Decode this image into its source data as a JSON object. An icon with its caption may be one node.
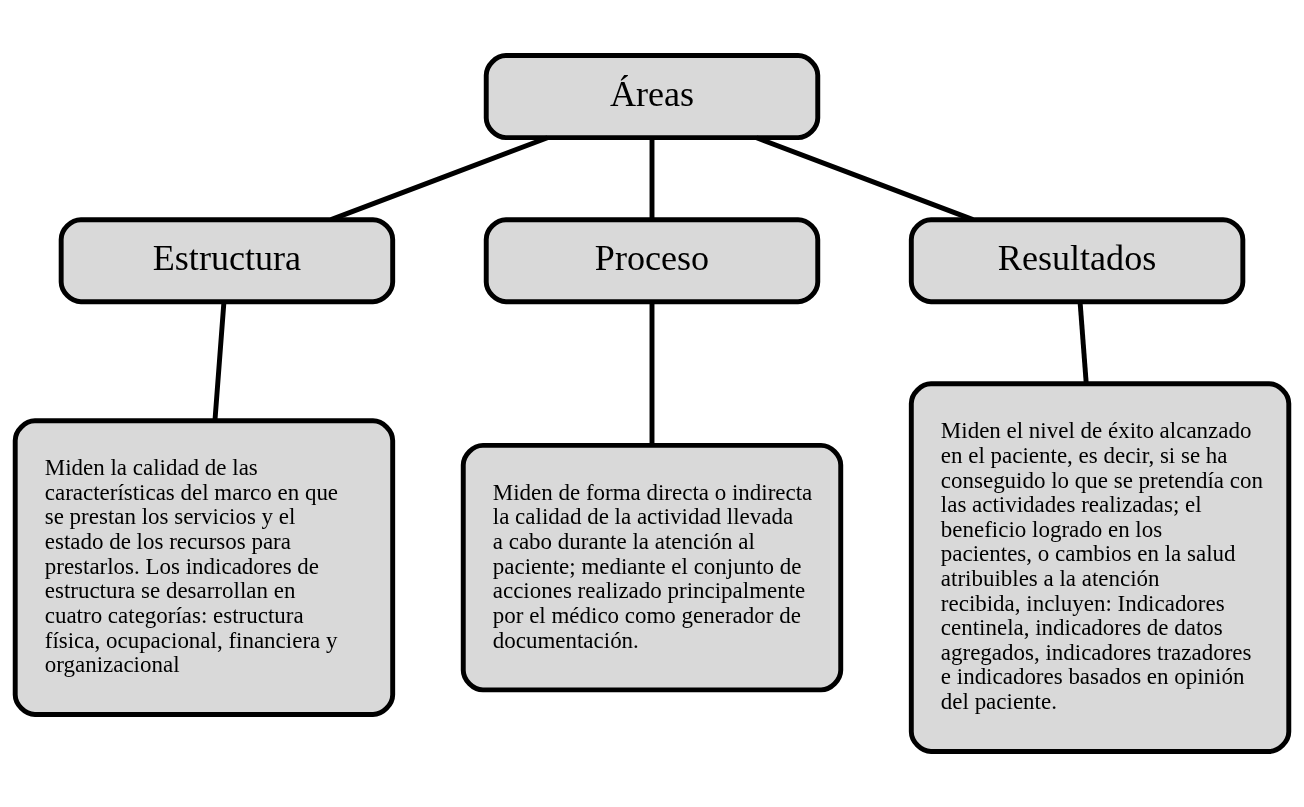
{
  "diagram": {
    "nodes": [
      {
        "text": [
          "Áreas"
        ]
      },
      {
        "text": [
          "Estructura"
        ]
      },
      {
        "text": [
          "Proceso"
        ]
      },
      {
        "text": [
          "Resultados"
        ]
      },
      {
        "text": [
          "Miden la calidad de las características del marco en que se prestan los servicios y el estado de los recursos para prestarlos. Los indicadores de estructura se desarrollan en cuatro categorías: estructura física, ocupacional, financiera y organizacional"
        ]
      },
      {
        "text": [
          "Miden de forma directa o indirecta la calidad de la actividad llevada a cabo durante la atención al paciente; mediante el conjunto de acciones realizado principalmente por el médico como generador de documentación."
        ]
      },
      {
        "text": [
          "Miden el nivel de éxito alcanzado en el paciente, es decir, si se ha conseguido lo que se pretendía con las actividades realizadas; el beneficio logrado en los pacientes, o cambios en la salud atribuibles a la atención recibida, incluyen: Indicadores centinela, indicadores de datos agregados, indicadores trazadores e indicadores basados en opinión del paciente."
        ]
      }
    ],
    "edges": [
      {
        "from": 0,
        "to": 1,
        "arrow": "none"
      },
      {
        "from": 0,
        "to": 2,
        "arrow": "none"
      },
      {
        "from": 0,
        "to": 3,
        "arrow": "none"
      },
      {
        "from": 1,
        "to": 4,
        "arrow": "none"
      },
      {
        "from": 2,
        "to": 5,
        "arrow": "none"
      },
      {
        "from": 3,
        "to": 6,
        "arrow": "none"
      }
    ]
  }
}
